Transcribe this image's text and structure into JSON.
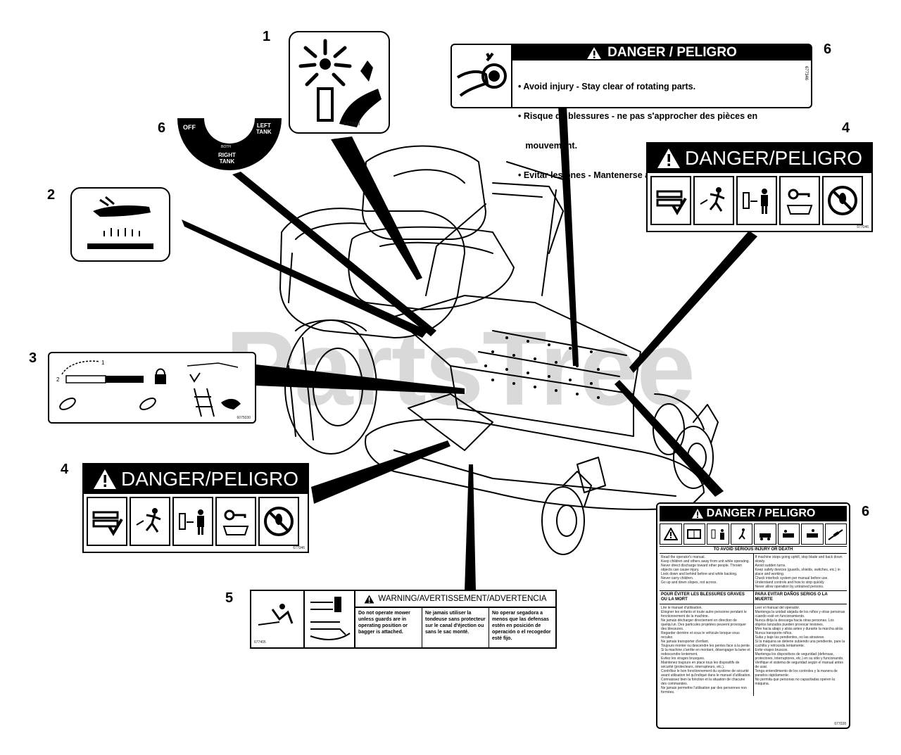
{
  "watermark": "PartsTree",
  "trademark": "™",
  "callouts": [
    "1",
    "2",
    "3",
    "4",
    "4",
    "5",
    "6",
    "6",
    "6"
  ],
  "decal_1": {
    "part_no": "677688"
  },
  "decal_6_fuel": {
    "off": "OFF",
    "left_tank": "LEFT\nTANK",
    "right_tank": "RIGHT\nTANK",
    "both": "BOTH"
  },
  "decal_6_top": {
    "title": "DANGER / PELIGRO",
    "lines": [
      "• Avoid injury - Stay clear of rotating parts.",
      "• Risque de blessures - ne pas s'approcher des pièces en",
      "   mouvement.",
      "• Evitar lesiones - Mantenerse alejado de las piezas giratorias."
    ],
    "part_no": "677346"
  },
  "decal_4": {
    "title": "DANGER/PELIGRO",
    "part_no": "677046"
  },
  "decal_3": {
    "part_no": "6075030"
  },
  "decal_5": {
    "header": "WARNING/AVERTISSEMENT/ADVERTENCIA",
    "col1": "Do not operate mower unless guards are in operating position or bagger is attached.",
    "col2": "Ne jamais utiliser la tondeuse sans protecteur sur le canal d'éjection ou sans le sac monté.",
    "col3": "No operar segadora a menos que las defensas estén en posición de operación o el recogedor esté fijo.",
    "part_no": "677405"
  },
  "decal_6_big": {
    "title": "DANGER / PELIGRO",
    "sub_en": "TO AVOID SERIOUS INJURY OR DEATH",
    "sub_fr": "POUR ÉVITER LES BLESSURES GRAVES OU LA MORT",
    "sub_es": "PARA EVITAR DAÑOS SERIOS O LA MUERTE",
    "left_en": [
      "Read the operator's manual.",
      "Keep children and others away from unit while operating.",
      "Never direct discharge toward other people. Thrown objects can cause injury.",
      "Look down and behind before and while backing.",
      "Never carry children.",
      "Go up and down slopes, not across."
    ],
    "right_en": [
      "If machine stops going uphill, stop blade and back down slowly.",
      "Avoid sudden turns.",
      "Keep safety devices (guards, shields, switches, etc.) in place and working.",
      "Check interlock system per manual before use.",
      "Understand controls and how to stop quickly.",
      "Never allow operation by untrained persons."
    ],
    "left_fr": [
      "Lire le manuel d'utilisation.",
      "Eloigner les enfants et toute autre personne pendant le fonctionnement de la machine.",
      "Ne jamais décharger directement en direction de quelqu'un. Des particules projetées peuvent provoquer des blessures.",
      "Regarder derrière et sous le véhicule lorsque vous reculez.",
      "Ne jamais transporter d'enfant.",
      "Toujours monter ou descendre les pentes face à la pente.",
      "Si la machine s'arrête en montant, désengager la lame et redescendre lentement.",
      "Evitez les virages brusques.",
      "Maintenez toujours en place tous les dispositifs de sécurité (protecteurs, interrupteurs, etc.).",
      "Contrôlez le bon fonctionnement du système de sécurité avant utilisation tel qu'indiqué dans le manuel d'utilisation.",
      "Connaissez bien la fonction et la situation de chacune des commandes.",
      "Ne jamais permettre l'utilisation par des personnes non formées."
    ],
    "right_es": [
      "Leer el manual del operador.",
      "Mantenga la unidad alejada de los niños y otras personas cuando esté en funcionamiento.",
      "Nunca dirija la descarga hacia otras personas. Los objetos lanzados pueden provocar lesiones.",
      "Mire hacia abajo y atrás antes y durante la marcha atrás.",
      "Nunca transporte niños.",
      "Suba y baje las pendientes, no las atraviese.",
      "Si la máquina se detiene subiendo una pendiente, pare la cuchilla y retroceda lentamente.",
      "Evite virajes bruscos.",
      "Mantenga los dispositivos de seguridad (defensas, protectores, interruptores, etc.) en su sitio y funcionando.",
      "Verifique el sistema de seguridad según el manual antes de usar.",
      "Tenga entendimiento de los controles y la manera de pararlos rápidamente.",
      "No permita que personas no capacitadas operen la máquina."
    ],
    "part_no": "677028"
  }
}
